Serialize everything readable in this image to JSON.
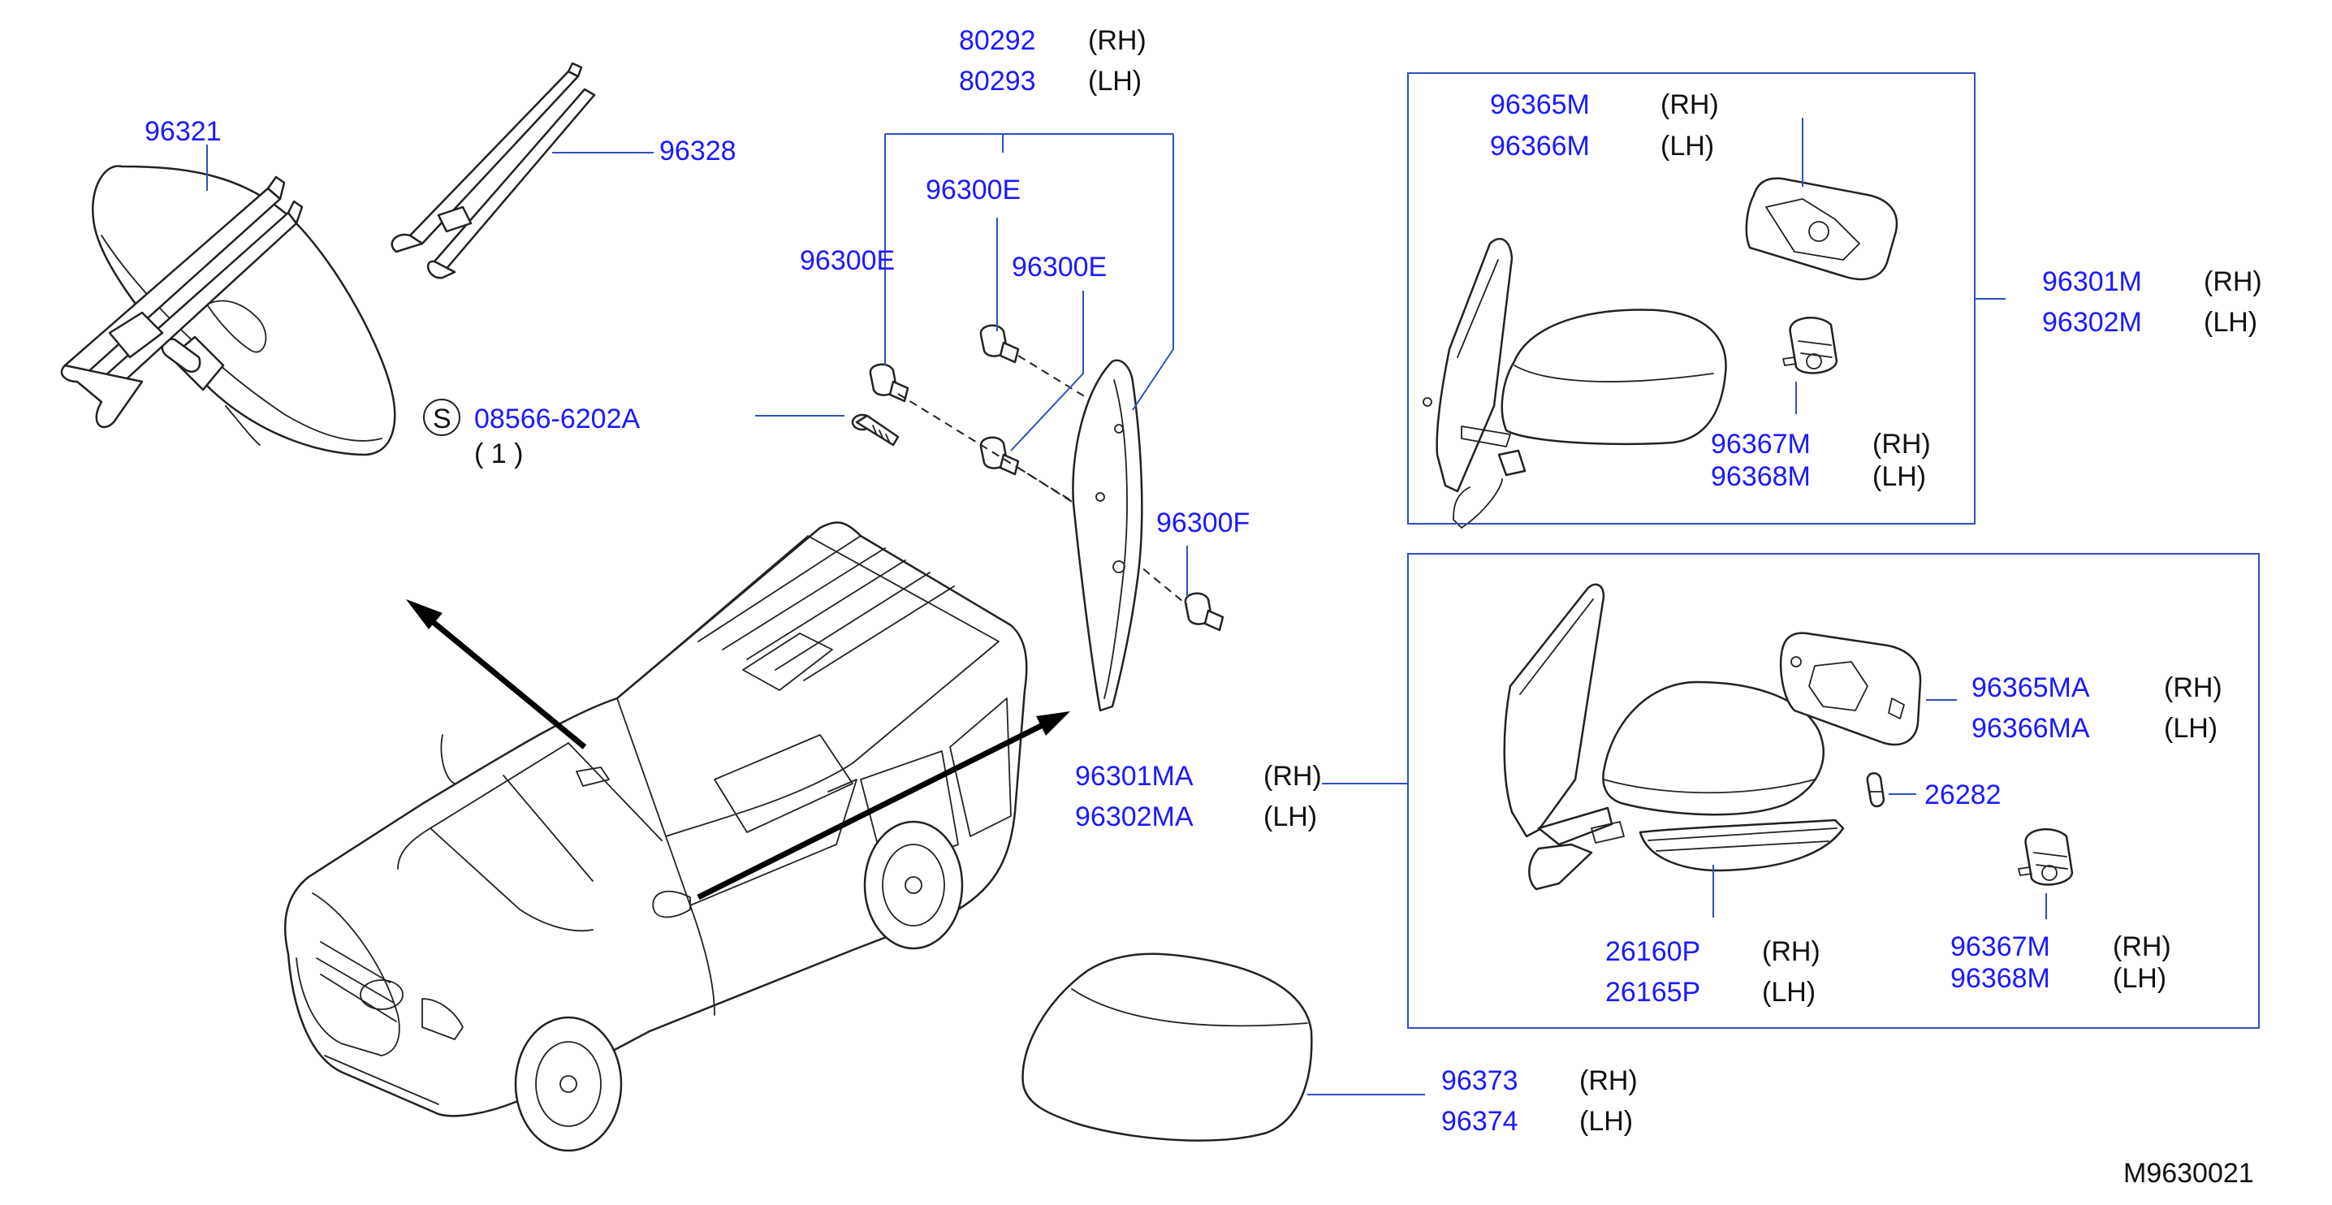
{
  "callouts": {
    "c96321": "96321",
    "c96328": "96328",
    "c80292": "80292",
    "c80292_side": "(RH)",
    "c80293": "80293",
    "c80293_side": "(LH)",
    "c96300E_a": "96300E",
    "c96300E_b": "96300E",
    "c96300E_c": "96300E",
    "c96300F": "96300F",
    "screw_symbol": "S",
    "screw_code": "08566-6202A",
    "screw_qty": "( 1 )",
    "c96301MA": "96301MA",
    "c96301MA_side": "(RH)",
    "c96302MA": "96302MA",
    "c96302MA_side": "(LH)",
    "c96373": "96373",
    "c96373_side": "(RH)",
    "c96374": "96374",
    "c96374_side": "(LH)"
  },
  "box_upper": {
    "c96365M": "96365M",
    "c96365M_side": "(RH)",
    "c96366M": "96366M",
    "c96366M_side": "(LH)",
    "c96367M": "96367M",
    "c96367M_side": "(RH)",
    "c96368M": "96368M",
    "c96368M_side": "(LH)",
    "c96301M": "96301M",
    "c96301M_side": "(RH)",
    "c96302M": "96302M",
    "c96302M_side": "(LH)"
  },
  "box_lower": {
    "c96365MA": "96365MA",
    "c96365MA_side": "(RH)",
    "c96366MA": "96366MA",
    "c96366MA_side": "(LH)",
    "c26282": "26282",
    "c26160P": "26160P",
    "c26160P_side": "(RH)",
    "c26165P": "26165P",
    "c26165P_side": "(LH)",
    "c96367M": "96367M",
    "c96367M_side": "(RH)",
    "c96368M": "96368M",
    "c96368M_side": "(LH)"
  },
  "diagram_code": "M9630021",
  "colors": {
    "callout": "#1a1aff",
    "leader": "#3050c0",
    "linework": "#222222"
  }
}
